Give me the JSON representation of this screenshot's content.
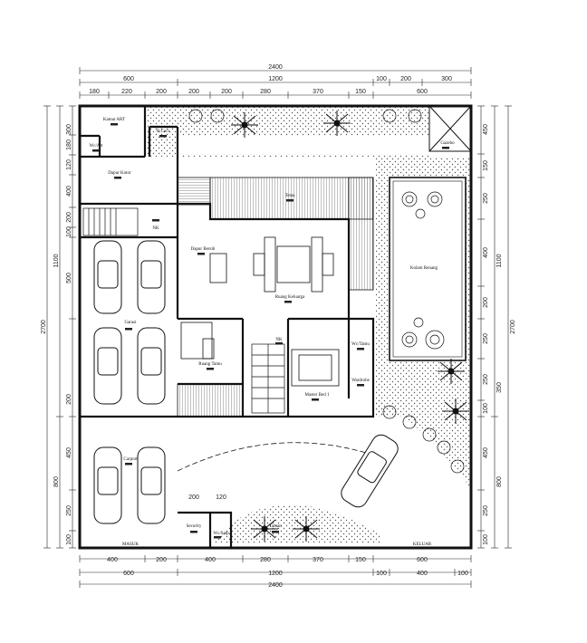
{
  "dimensions": {
    "top": {
      "total": "2400",
      "row2": [
        "600",
        "1200",
        "100",
        "200",
        "300"
      ],
      "row3": [
        "180",
        "220",
        "200",
        "200",
        "200",
        "280",
        "370",
        "150",
        "600"
      ]
    },
    "bottom": {
      "total": "2400",
      "row2": [
        "600",
        "1200",
        "100",
        "400",
        "100"
      ],
      "row1": [
        "400",
        "200",
        "400",
        "280",
        "370",
        "150",
        "600"
      ]
    },
    "left": {
      "total": "2700",
      "row2": [
        "1100",
        "800"
      ],
      "row1": [
        "300",
        "180",
        "120",
        "400",
        "200",
        "100",
        "500",
        "200",
        "450",
        "250",
        "100"
      ]
    },
    "right": {
      "total": "2700",
      "row2": [
        "1100",
        "800"
      ],
      "row1": [
        "450",
        "150",
        "250",
        "400",
        "200",
        "250",
        "250",
        "350",
        "100",
        "450",
        "250",
        "100"
      ]
    },
    "interior": [
      "200",
      "120"
    ]
  },
  "rooms": {
    "kamar_art": "Kamar ART",
    "wc_art": "Wc/Art",
    "dapur_kotor": "Dapur Kotor",
    "r_cuci": "R.Cuci",
    "gazebo": "Gazebo",
    "kolam_renang": "Kolam Renang",
    "teras": "Teras",
    "dapur_bersih": "Dapur Bersih",
    "ruang_keluarga": "Ruang Keluarga",
    "garasi": "Garasi",
    "nk": "NK",
    "nk2": "NK",
    "wc_tamu": "Wc/Tamu",
    "wardrobe": "Wardrobe",
    "master_bed": "Master Bed 1",
    "ruang_tamu": "Ruang Tamu",
    "carport": "Carport",
    "security": "Security",
    "wc_satpam": "Wc/Satp",
    "taman": "Taman",
    "masuk": "MASUK",
    "keluar": "KELUAR"
  }
}
